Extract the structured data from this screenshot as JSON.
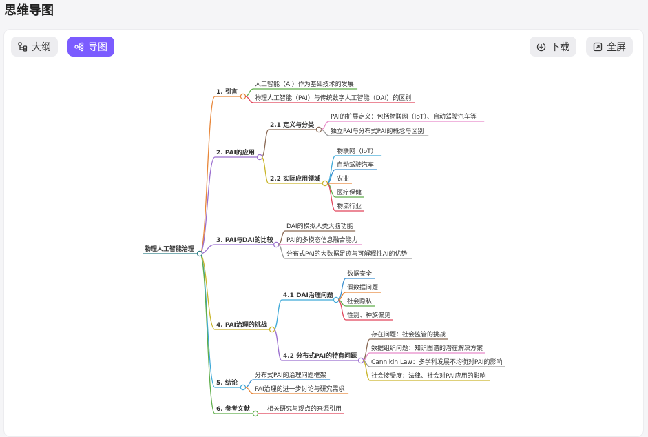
{
  "page": {
    "title": "思维导图"
  },
  "toolbar": {
    "outline_label": "大纲",
    "mindmap_label": "导图",
    "download_label": "下载",
    "fullscreen_label": "全屏"
  },
  "colors": {
    "accent": "#7b5cff"
  },
  "icons": {
    "outline": "outline-icon",
    "mindmap": "mindmap-icon",
    "download": "download-icon",
    "fullscreen": "fullscreen-icon"
  },
  "mindmap": {
    "root": "物理人工智能治理",
    "branches": [
      {
        "label": "1. 引言",
        "color": "#e8873a",
        "children": [
          {
            "label": "人工智能（AI）作为基础技术的发展",
            "color": "#5fae4b"
          },
          {
            "label": "物理人工智能（PAI）与传统数字人工智能（DAI）的区别",
            "color": "#e0455a"
          }
        ]
      },
      {
        "label": "2. PAI的应用",
        "color": "#9b6fcf",
        "children": [
          {
            "label": "2.1 定义与分类",
            "color": "#8a6a55",
            "children": [
              {
                "label": "PAI的扩展定义：包括物联网（IoT）、自动驾驶汽车等",
                "color": "#e88bc9"
              },
              {
                "label": "独立PAI与分布式PAI的概念与区别",
                "color": "#9a9a9a"
              }
            ]
          },
          {
            "label": "2.2 实际应用领域",
            "color": "#c9b52a",
            "children": [
              {
                "label": "物联网（IoT）",
                "color": "#3fa9d8"
              },
              {
                "label": "自动驾驶汽车",
                "color": "#3a8fd0"
              },
              {
                "label": "农业",
                "color": "#e8873a"
              },
              {
                "label": "医疗保健",
                "color": "#5fae4b"
              },
              {
                "label": "物流行业",
                "color": "#e0455a"
              }
            ]
          }
        ]
      },
      {
        "label": "3. PAI与DAI的比较",
        "color": "#9b6fcf",
        "children": [
          {
            "label": "DAI的模拟人类大脑功能",
            "color": "#8a6a55"
          },
          {
            "label": "PAI的多模态信息融合能力",
            "color": "#e88bc9"
          },
          {
            "label": "分布式PAI的大数据足迹与可解释性AI的优势",
            "color": "#9a9a9a"
          }
        ]
      },
      {
        "label": "4. PAI治理的挑战",
        "color": "#c9b52a",
        "children": [
          {
            "label": "4.1 DAI治理问题",
            "color": "#3fa9d8",
            "children": [
              {
                "label": "数据安全",
                "color": "#3a8fd0"
              },
              {
                "label": "假数据问题",
                "color": "#e8873a"
              },
              {
                "label": "社会隐私",
                "color": "#5fae4b"
              },
              {
                "label": "性别、种族偏见",
                "color": "#e0455a"
              }
            ]
          },
          {
            "label": "4.2 分布式PAI的特有问题",
            "color": "#9b6fcf",
            "children": [
              {
                "label": "存在问题：社会监管的挑战",
                "color": "#8a6a55"
              },
              {
                "label": "数据组织问题：知识图谱的潜在解决方案",
                "color": "#e88bc9"
              },
              {
                "label": "Cannikin Law：多学科发展不均衡对PAI的影响",
                "color": "#9a9a9a"
              },
              {
                "label": "社会接受度：法律、社会对PAI应用的影响",
                "color": "#c9b52a"
              }
            ]
          }
        ]
      },
      {
        "label": "5. 结论",
        "color": "#3fa9d8",
        "children": [
          {
            "label": "分布式PAI的治理问题框架",
            "color": "#3a8fd0"
          },
          {
            "label": "PAI治理的进一步讨论与研究需求",
            "color": "#e8873a"
          }
        ]
      },
      {
        "label": "6. 参考文献",
        "color": "#5fae4b",
        "children": [
          {
            "label": "相关研究与观点的来源引用",
            "color": "#e0455a"
          }
        ]
      }
    ]
  }
}
